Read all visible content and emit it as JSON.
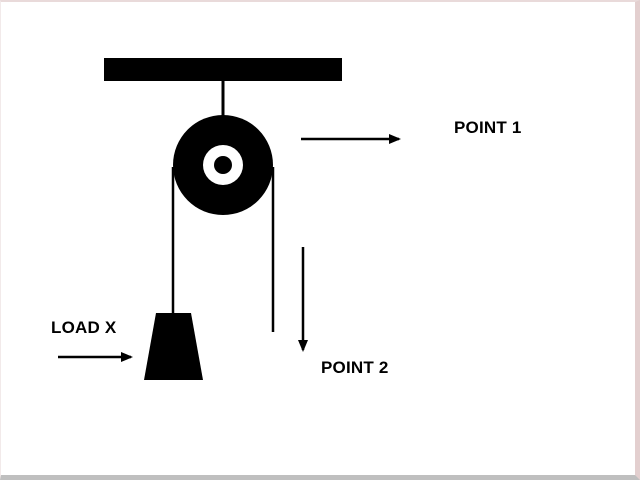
{
  "diagram": {
    "labels": {
      "point1": "POINT 1",
      "point2": "POINT 2",
      "load": "LOAD X"
    },
    "colors": {
      "ink": "#000000",
      "background": "#ffffff",
      "edge_right": "#e3cfcf",
      "edge_bottom": "#bfbfbf"
    }
  }
}
